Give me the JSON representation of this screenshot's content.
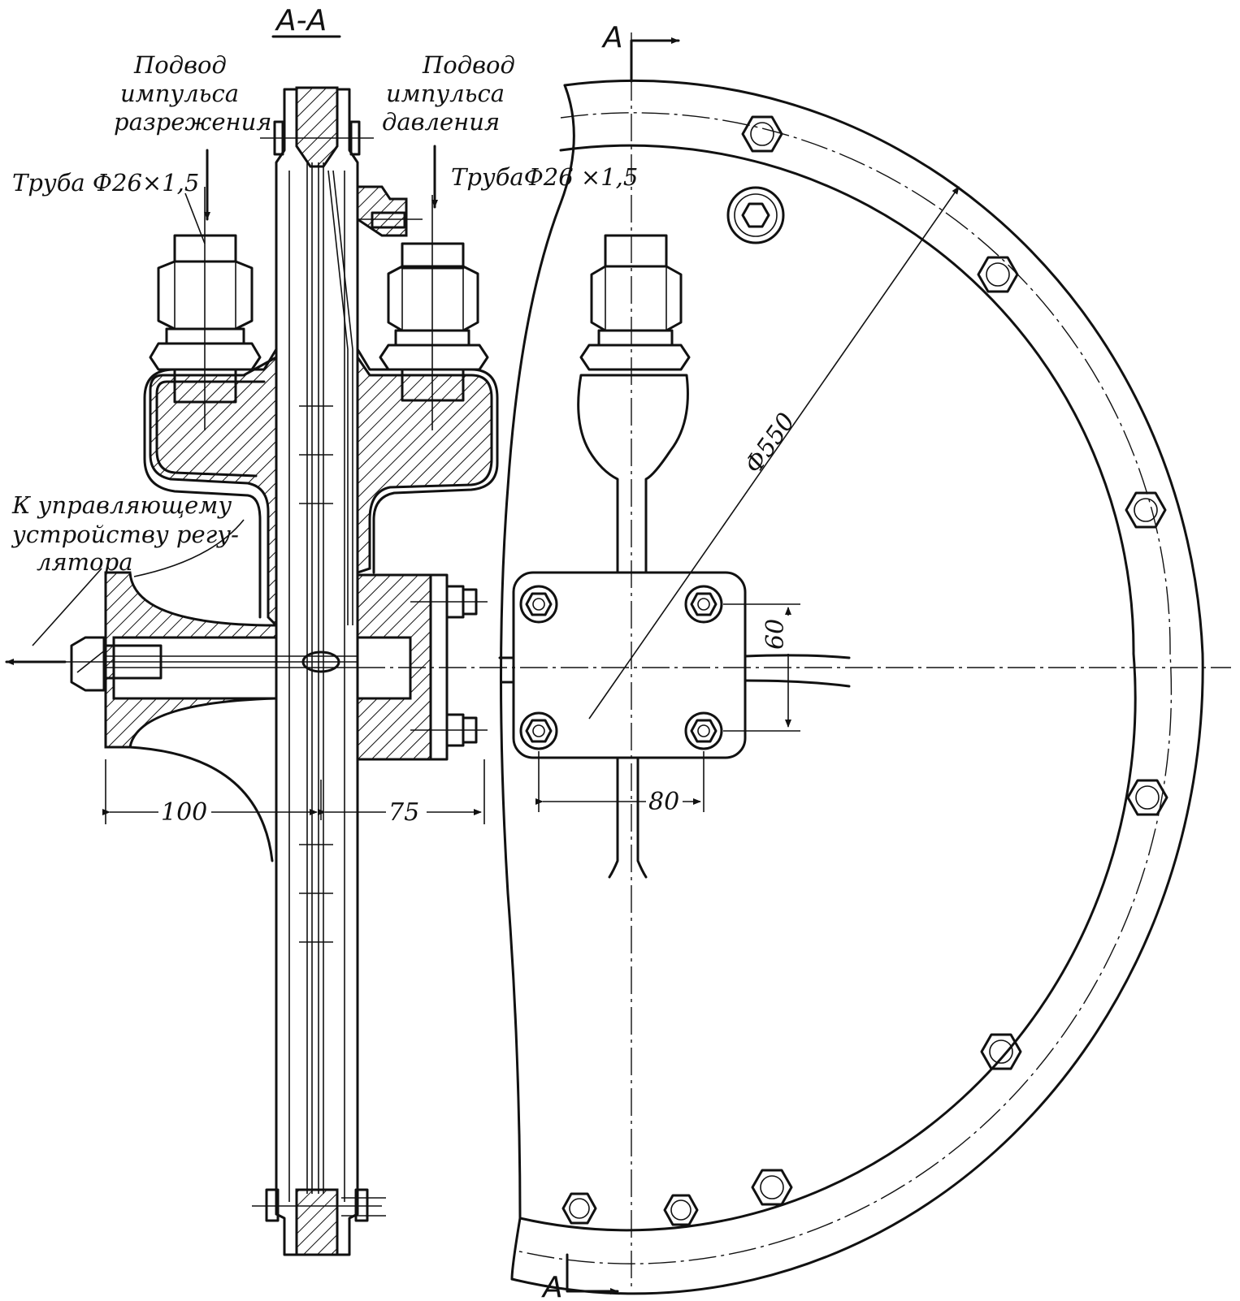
{
  "section_title": "А-А",
  "section_marks": {
    "top": "А",
    "bottom": "А"
  },
  "labels": {
    "vacuum_supply": [
      "Подвод",
      "импульса",
      "разрежения"
    ],
    "pressure_supply": [
      "Подвод",
      "импульса",
      "давления"
    ],
    "pipe_left": "Труба Ф26×1,5",
    "pipe_right": "ТрубаФ26 ×1,5",
    "to_controller": [
      "К управляющему",
      "устройству регу-",
      "лятора"
    ]
  },
  "dimensions": {
    "left_flange": "100",
    "right_flange": "75",
    "plate_width": "80",
    "plate_height": "60",
    "duct_diameter": "Ф550"
  }
}
